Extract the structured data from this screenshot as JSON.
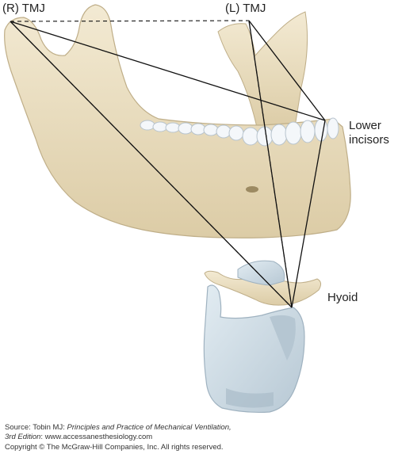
{
  "labels": {
    "right_tmj": "(R) TMJ",
    "left_tmj": "(L) TMJ",
    "lower_incisors_line1": "Lower",
    "lower_incisors_line2": "incisors",
    "hyoid": "Hyoid"
  },
  "caption": {
    "source_prefix": "Source: Tobin MJ: ",
    "book_title": "Principles and Practice of Mechanical Ventilation,",
    "edition": "3rd Edition",
    "website": ": www.accessanesthesiology.com",
    "copyright": "Copyright © The McGraw-Hill Companies, Inc. All rights reserved."
  },
  "colors": {
    "bone": "#efe5cc",
    "bone_shadow": "#d9caa6",
    "teeth": "#f4f7fa",
    "cartilage": "#d3e1ea",
    "cartilage_shadow": "#aebfcc",
    "line": "#111111"
  }
}
